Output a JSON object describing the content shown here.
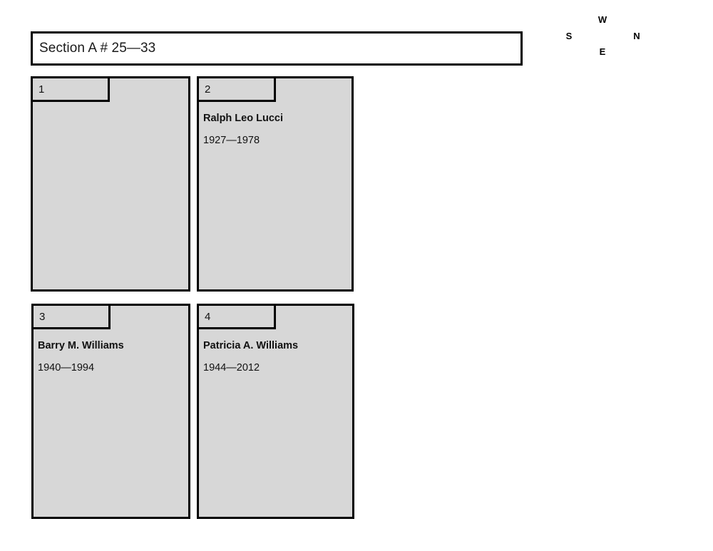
{
  "map": {
    "title": "Section A # 25—33",
    "background_color": "#ffffff",
    "plot_fill_color": "#d7d7d7",
    "plot_border_color": "#000000"
  },
  "header": {
    "label": "Section A # 25—33"
  },
  "compass": {
    "name": "compass-rose",
    "north_label": "N",
    "east_label": "E",
    "south_label": "S",
    "west_label": "W"
  },
  "plots": [
    {
      "number": "1",
      "name": "",
      "dates": "",
      "empty": true
    },
    {
      "number": "2",
      "name": "Ralph Leo Lucci",
      "dates": "1927—1978",
      "empty": false
    },
    {
      "number": "3",
      "name": "Barry M. Williams",
      "dates": "1940—1994",
      "empty": false
    },
    {
      "number": "4",
      "name": "Patricia A. Williams",
      "dates": "1944—2012",
      "empty": false
    }
  ]
}
